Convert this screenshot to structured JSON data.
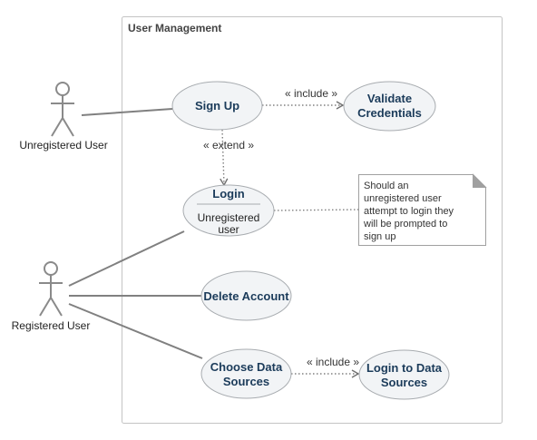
{
  "system": {
    "title": "User Management"
  },
  "actors": {
    "unregistered": {
      "label": "Unregistered User"
    },
    "registered": {
      "label": "Registered User"
    }
  },
  "use_cases": {
    "sign_up": {
      "label": "Sign Up"
    },
    "validate": {
      "line1": "Validate",
      "line2": "Credentials"
    },
    "login": {
      "label": "Login",
      "sub_line1": "Unregistered",
      "sub_line2": "user"
    },
    "delete_account": {
      "label": "Delete Account"
    },
    "choose_sources": {
      "line1": "Choose Data",
      "line2": "Sources"
    },
    "login_sources": {
      "line1": "Login to Data",
      "line2": "Sources"
    }
  },
  "relations": {
    "include_validate": "« include »",
    "extend_login": "« extend »",
    "include_login_sources": "« include »"
  },
  "note": {
    "lines": [
      "Should an",
      "unregistered user",
      "attempt to login they",
      "will be prompted to",
      "sign up"
    ]
  }
}
